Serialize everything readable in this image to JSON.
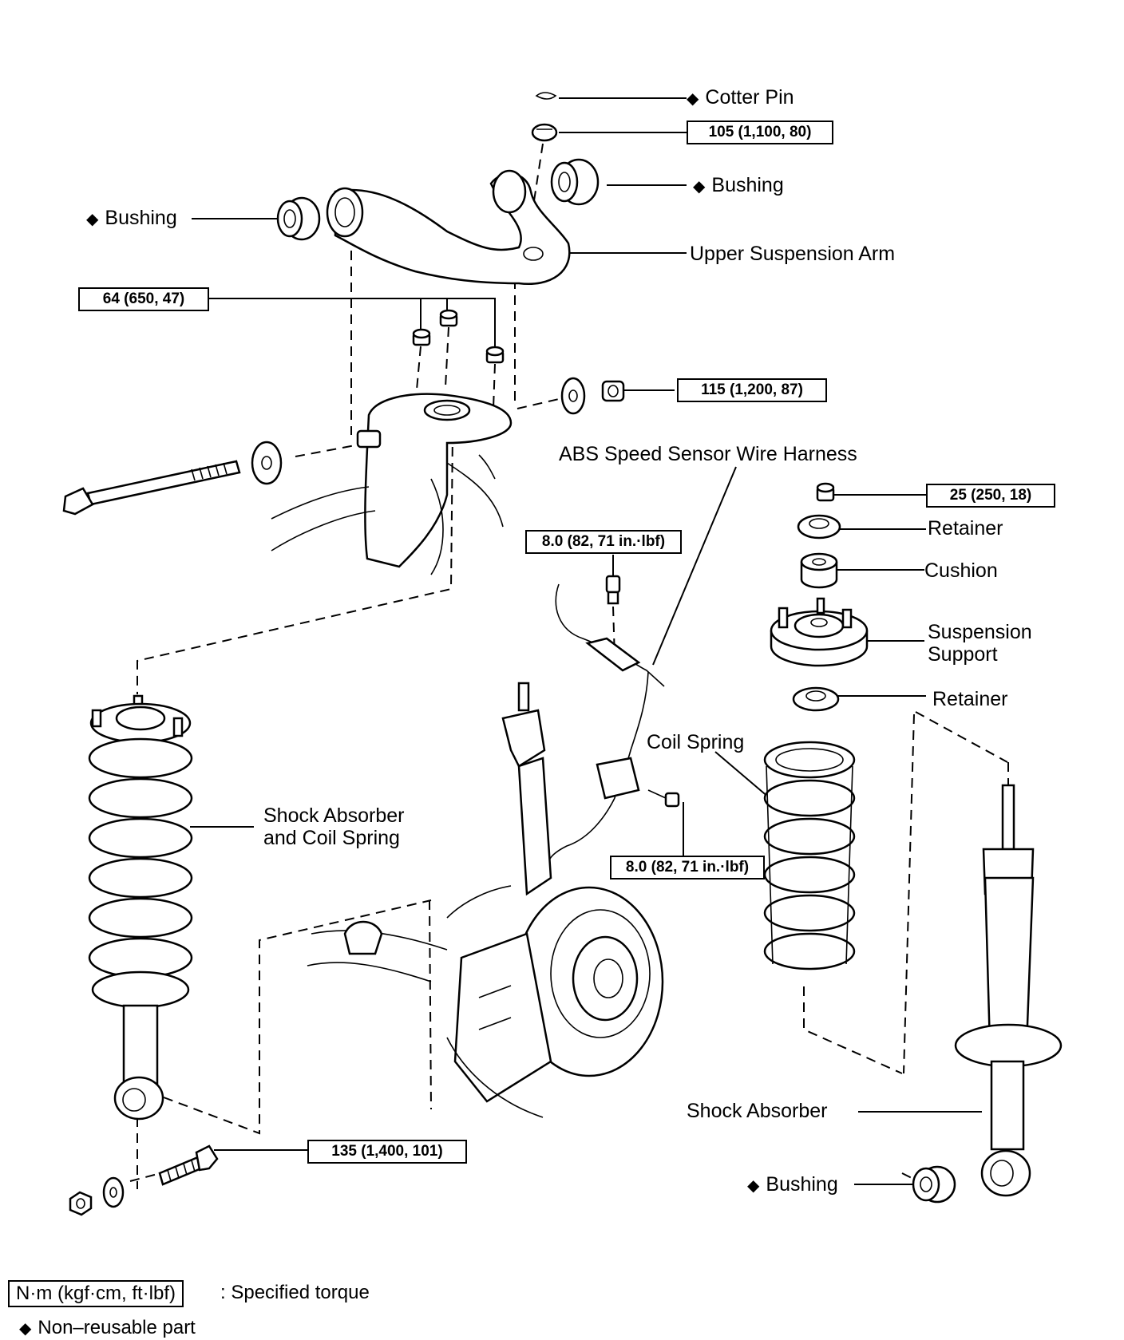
{
  "labels": {
    "cotter_pin": "Cotter Pin",
    "bushing_top_right": "Bushing",
    "bushing_top_left": "Bushing",
    "upper_suspension_arm": "Upper Suspension Arm",
    "abs_harness": "ABS Speed Sensor Wire Harness",
    "retainer_top": "Retainer",
    "cushion": "Cushion",
    "suspension_support": "Suspension\nSupport",
    "retainer_bottom": "Retainer",
    "coil_spring": "Coil Spring",
    "shock_and_coil": "Shock Absorber\nand Coil Spring",
    "shock_absorber": "Shock Absorber",
    "bushing_bottom": "Bushing"
  },
  "torques": {
    "t105": "105 (1,100, 80)",
    "t64": "64 (650, 47)",
    "t115": "115 (1,200, 87)",
    "t25": "25 (250, 18)",
    "t8_top": "8.0 (82, 71 in.·lbf)",
    "t8_bottom": "8.0 (82, 71 in.·lbf)",
    "t135": "135 (1,400, 101)"
  },
  "legend": {
    "torque_unit": "N·m (kgf·cm, ft·lbf)",
    "torque_desc": ": Specified torque",
    "non_reusable": "Non–reusable part"
  },
  "icons": {
    "non_reusable_marker": "diamond-icon"
  }
}
